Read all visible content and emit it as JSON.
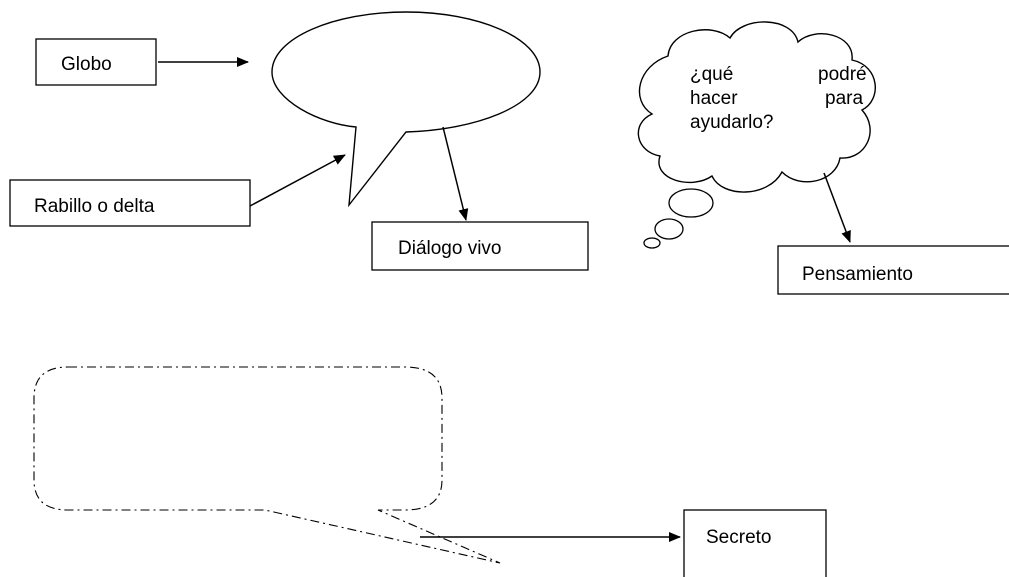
{
  "labels": {
    "globo": "Globo",
    "rabillo": "Rabillo o delta",
    "dialogo": "Diálogo vivo",
    "pensamiento": "Pensamiento",
    "secreto": "Secreto"
  },
  "thought_text": {
    "line1_word1": "¿qué",
    "line1_word2": "podré",
    "line2_word1": "hacer",
    "line2_word2": "para",
    "line3": "ayudarlo?"
  }
}
